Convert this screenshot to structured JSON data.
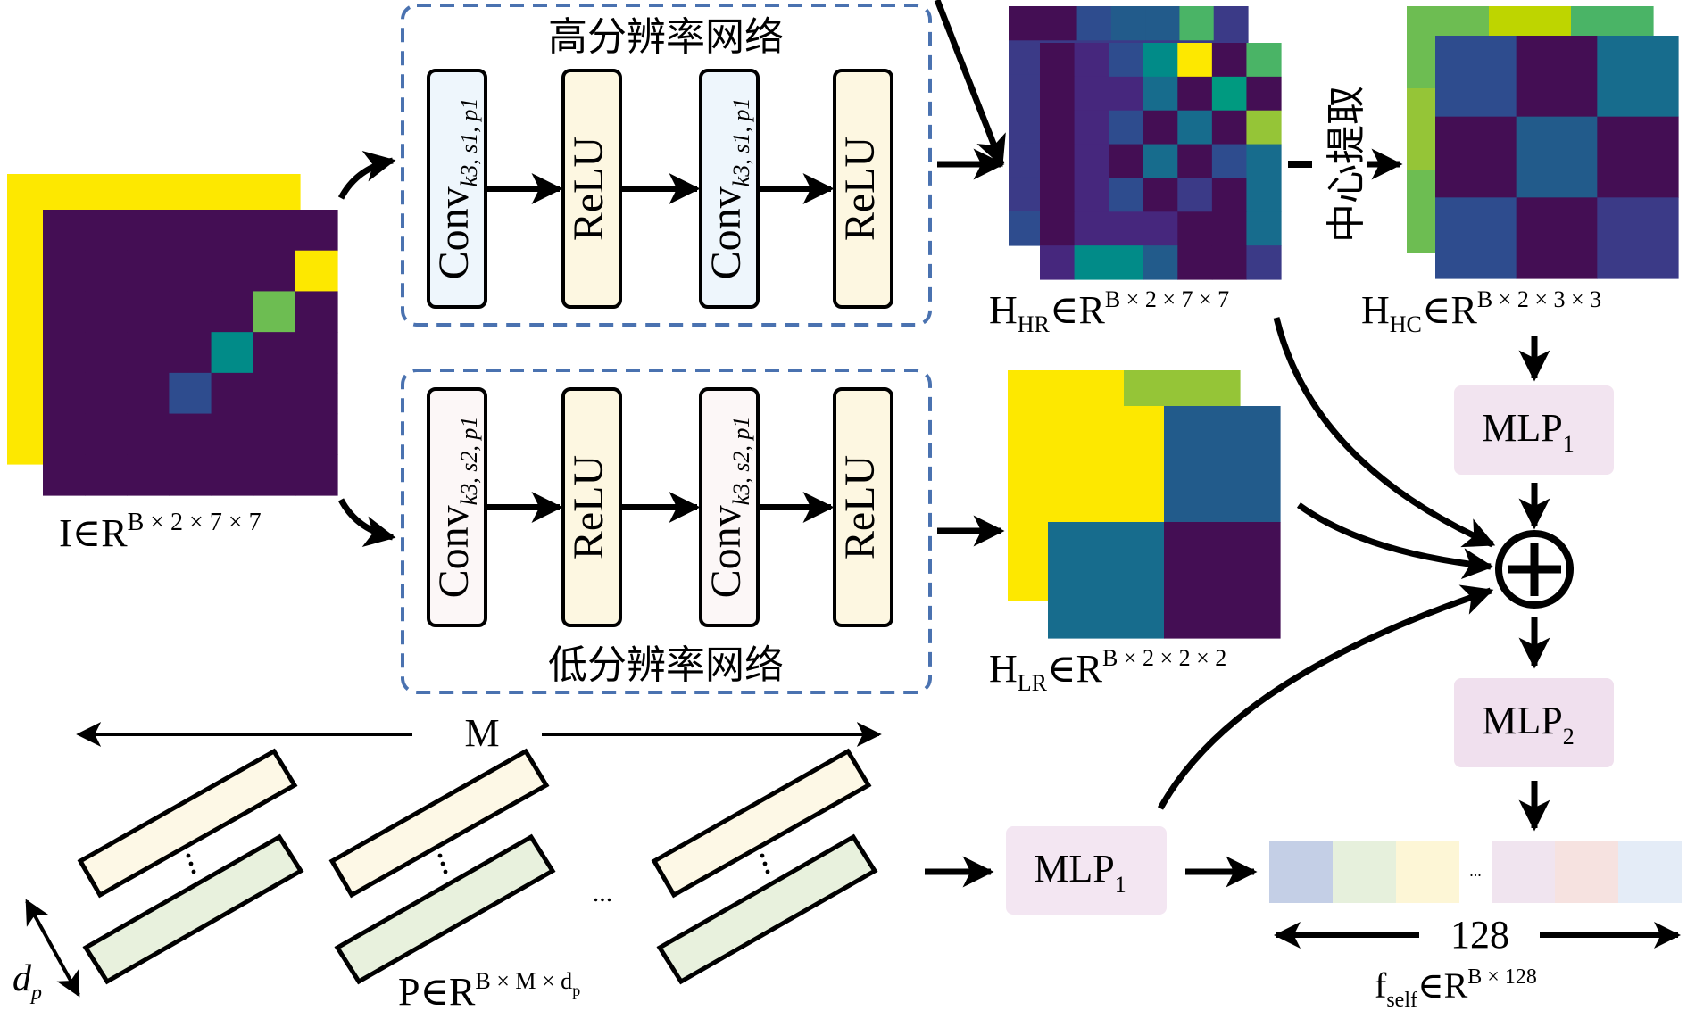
{
  "colors": {
    "viridis_dark": "#440e54",
    "viridis_purple": "#46277d",
    "viridis_indigo": "#3b3a87",
    "viridis_blue": "#2e4c8e",
    "viridis_steel": "#225b8b",
    "viridis_teal_blue": "#176c8d",
    "viridis_teal": "#018b88",
    "viridis_sea": "#009a80",
    "viridis_green": "#4ab466",
    "viridis_lime": "#6dbd52",
    "viridis_yellow_green": "#95c537",
    "viridis_chartreuse": "#bed500",
    "viridis_yellow": "#fde800",
    "dash_border": "#4a72b0",
    "conv_hr_fill": "#eef6fc",
    "conv_lr_fill": "#fcf7f7",
    "relu_fill": "#fdf7e1",
    "mlp_fill": "#f2e4f0",
    "patch_top_fill": "#fdf8e6",
    "patch_bottom_fill": "#e8f1dd",
    "vector_cells": [
      "#c4cfe6",
      "#e6f0dc",
      "#fdf6d6",
      "#f0e4ef",
      "#f6e2e0",
      "#e4ecf7"
    ]
  },
  "input": {
    "label_main": "I∈R",
    "label_sup": "B × 2 × 7 × 7",
    "back_grid": [
      [
        12,
        12,
        12,
        12,
        12,
        12,
        12
      ],
      [
        12,
        0,
        0,
        0,
        0,
        0,
        0
      ],
      [
        12,
        0,
        0,
        0,
        0,
        0,
        0
      ],
      [
        12,
        0,
        0,
        0,
        0,
        0,
        0
      ],
      [
        12,
        0,
        0,
        0,
        0,
        0,
        0
      ],
      [
        12,
        0,
        0,
        0,
        0,
        0,
        0
      ],
      [
        12,
        0,
        0,
        0,
        0,
        0,
        0
      ]
    ],
    "front_grid": [
      [
        0,
        0,
        0,
        0,
        0,
        0,
        0
      ],
      [
        0,
        0,
        0,
        0,
        0,
        0,
        12
      ],
      [
        0,
        0,
        0,
        0,
        0,
        9,
        0
      ],
      [
        0,
        0,
        0,
        0,
        6,
        0,
        0
      ],
      [
        0,
        0,
        0,
        3,
        0,
        0,
        0
      ],
      [
        0,
        0,
        0,
        0,
        0,
        0,
        0
      ],
      [
        0,
        0,
        0,
        0,
        0,
        0,
        0
      ]
    ]
  },
  "hr_network": {
    "title": "高分辨率网络",
    "blocks": [
      {
        "type": "conv",
        "main": "Conv",
        "sub": "k3, s1, p1"
      },
      {
        "type": "relu",
        "main": "ReLU"
      },
      {
        "type": "conv",
        "main": "Conv",
        "sub": "k3, s1, p1"
      },
      {
        "type": "relu",
        "main": "ReLU"
      }
    ]
  },
  "lr_network": {
    "title": "低分辨率网络",
    "blocks": [
      {
        "type": "conv",
        "main": "Conv",
        "sub": "k3, s2, p1"
      },
      {
        "type": "relu",
        "main": "ReLU"
      },
      {
        "type": "conv",
        "main": "Conv",
        "sub": "k3, s2, p1"
      },
      {
        "type": "relu",
        "main": "ReLU"
      }
    ]
  },
  "h_hr": {
    "label_main": "H",
    "label_sub": "HR",
    "label_rel": "∈R",
    "label_sup": "B × 2 × 7 × 7",
    "back_grid": [
      [
        0,
        0,
        3,
        4,
        4,
        8,
        2
      ],
      [
        2,
        2,
        2,
        2,
        2,
        2,
        2
      ],
      [
        2,
        2,
        2,
        2,
        2,
        2,
        2
      ],
      [
        2,
        2,
        2,
        2,
        2,
        2,
        2
      ],
      [
        2,
        2,
        2,
        2,
        2,
        2,
        2
      ],
      [
        2,
        2,
        2,
        2,
        2,
        2,
        2
      ],
      [
        3,
        3,
        3,
        3,
        3,
        3,
        3
      ]
    ],
    "front_grid": [
      [
        0,
        1,
        3,
        6,
        12,
        0,
        8
      ],
      [
        0,
        1,
        1,
        5,
        0,
        7,
        0
      ],
      [
        0,
        1,
        3,
        0,
        5,
        0,
        10
      ],
      [
        0,
        1,
        0,
        5,
        0,
        3,
        5
      ],
      [
        0,
        1,
        3,
        0,
        2,
        0,
        5
      ],
      [
        0,
        1,
        1,
        1,
        0,
        0,
        5
      ],
      [
        1,
        6,
        6,
        4,
        0,
        0,
        2
      ]
    ]
  },
  "center_extract": {
    "label": "中心提取"
  },
  "h_hc": {
    "label_main": "H",
    "label_sub": "HC",
    "label_rel": "∈R",
    "label_sup": "B × 2 × 3 × 3",
    "back_grid": [
      [
        9,
        11,
        8
      ],
      [
        10,
        10,
        10
      ],
      [
        9,
        9,
        9
      ]
    ],
    "front_grid": [
      [
        3,
        0,
        5
      ],
      [
        0,
        4,
        0
      ],
      [
        3,
        0,
        2
      ]
    ]
  },
  "h_lr": {
    "label_main": "H",
    "label_sub": "LR",
    "label_rel": "∈R",
    "label_sup": "B × 2 × 2 × 2",
    "back_grid": [
      [
        12,
        10
      ],
      [
        12,
        12
      ]
    ],
    "front_grid": [
      [
        12,
        4
      ],
      [
        5,
        0
      ]
    ]
  },
  "mlp_right_top": {
    "main": "MLP",
    "sub": "1"
  },
  "plus_node": {
    "symbol": "⊕"
  },
  "mlp_right_bottom": {
    "main": "MLP",
    "sub": "2"
  },
  "mlp_bottom": {
    "main": "MLP",
    "sub": "1"
  },
  "patches": {
    "m_label": "M",
    "dp_main": "d",
    "dp_sub": "p",
    "ellipsis": "...",
    "label_main": "P∈R",
    "label_sup": "B × M × d",
    "label_sup_sub": "p",
    "groups": 3
  },
  "f_self": {
    "width_label": "128",
    "ellipsis": "...",
    "label_main": "f",
    "label_sub": "self",
    "label_rel": "∈R",
    "label_sup": "B × 128"
  }
}
